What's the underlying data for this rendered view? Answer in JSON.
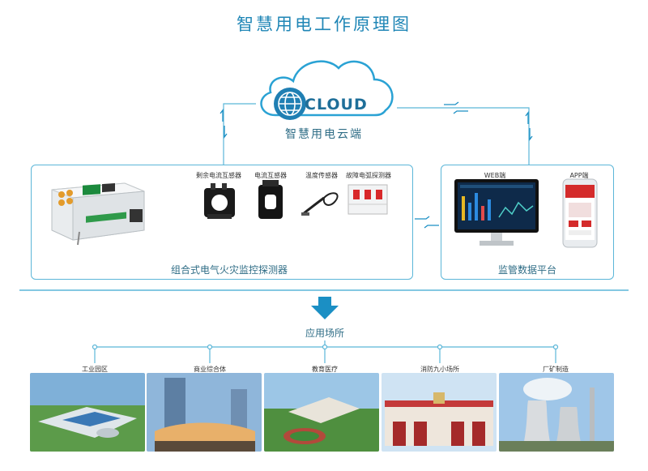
{
  "title": "智慧用电工作原理图",
  "cloud": {
    "logo_text": "CLOUD",
    "label": "智慧用电云端"
  },
  "detector": {
    "label": "组合式电气火灾监控探测器",
    "sensors": [
      "剩余电流互感器",
      "电流互感器",
      "温度传感器",
      "故障电弧探测器"
    ]
  },
  "platform": {
    "label": "监管数据平台",
    "web_label": "WEB端",
    "app_label": "APP端"
  },
  "applications": {
    "label": "应用场所",
    "items": [
      "工业园区",
      "商业综合体",
      "教育医疗",
      "消防九小场所",
      "厂矿制造"
    ]
  },
  "colors": {
    "accent": "#1f86b6",
    "line": "#5bb6d8",
    "arrow": "#1b8fc4",
    "cloud_stroke": "#2aa2d4"
  }
}
